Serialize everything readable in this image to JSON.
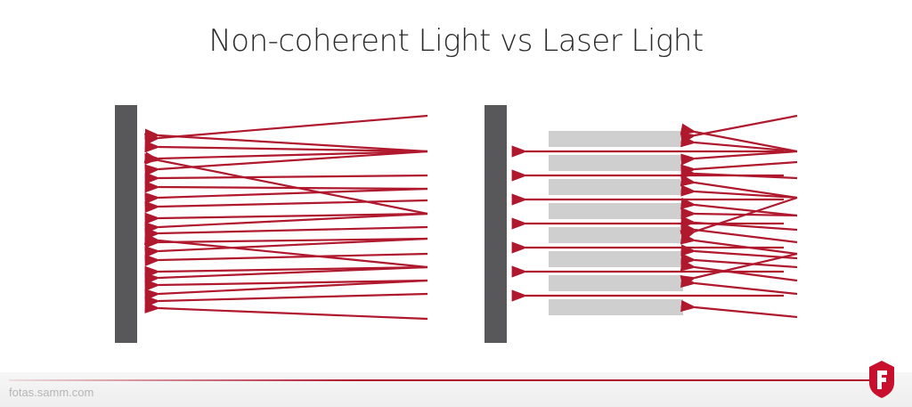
{
  "title": "Non-coherent Light vs Laser Light",
  "footer": {
    "url": "fotas.samm.com",
    "logo_letter": "F"
  },
  "colors": {
    "beam": "#b0182e",
    "wall": "#58585a",
    "medium": "#cfcfcf"
  },
  "panels": [
    {
      "name": "non-coherent-light",
      "beam_direction": "random"
    },
    {
      "name": "laser-light",
      "beam_direction": "parallel",
      "coherent_beams": 7,
      "gain_medium_bars": 8
    }
  ]
}
